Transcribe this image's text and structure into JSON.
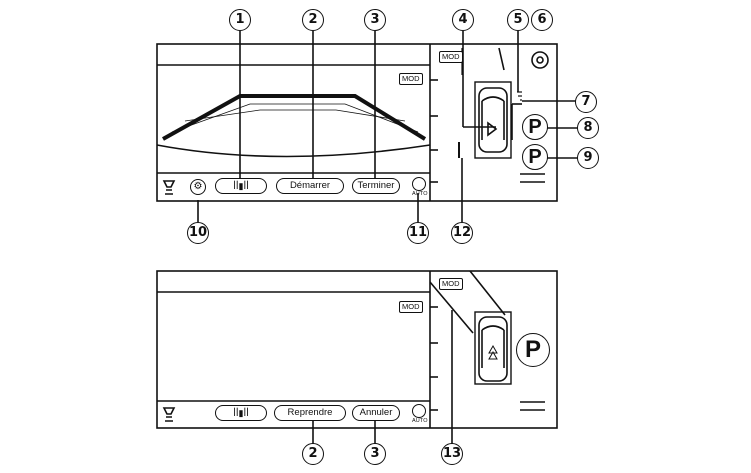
{
  "top_screen": {
    "mod_label_camera": "MOD",
    "mod_label_top": "MOD",
    "start_button": "Démarrer",
    "finish_button": "Terminer",
    "auto_label": "AUTO",
    "parking_symbol": "P",
    "parking_symbol_2": "P"
  },
  "bottom_screen": {
    "mod_label_camera": "MOD",
    "mod_label_top": "MOD",
    "resume_button": "Reprendre",
    "cancel_button": "Annuler",
    "auto_label": "AUTO",
    "parking_symbol": "P"
  },
  "callouts": [
    "1",
    "2",
    "3",
    "4",
    "5",
    "6",
    "7",
    "8",
    "9",
    "10",
    "11",
    "12",
    "2",
    "3",
    "13"
  ]
}
